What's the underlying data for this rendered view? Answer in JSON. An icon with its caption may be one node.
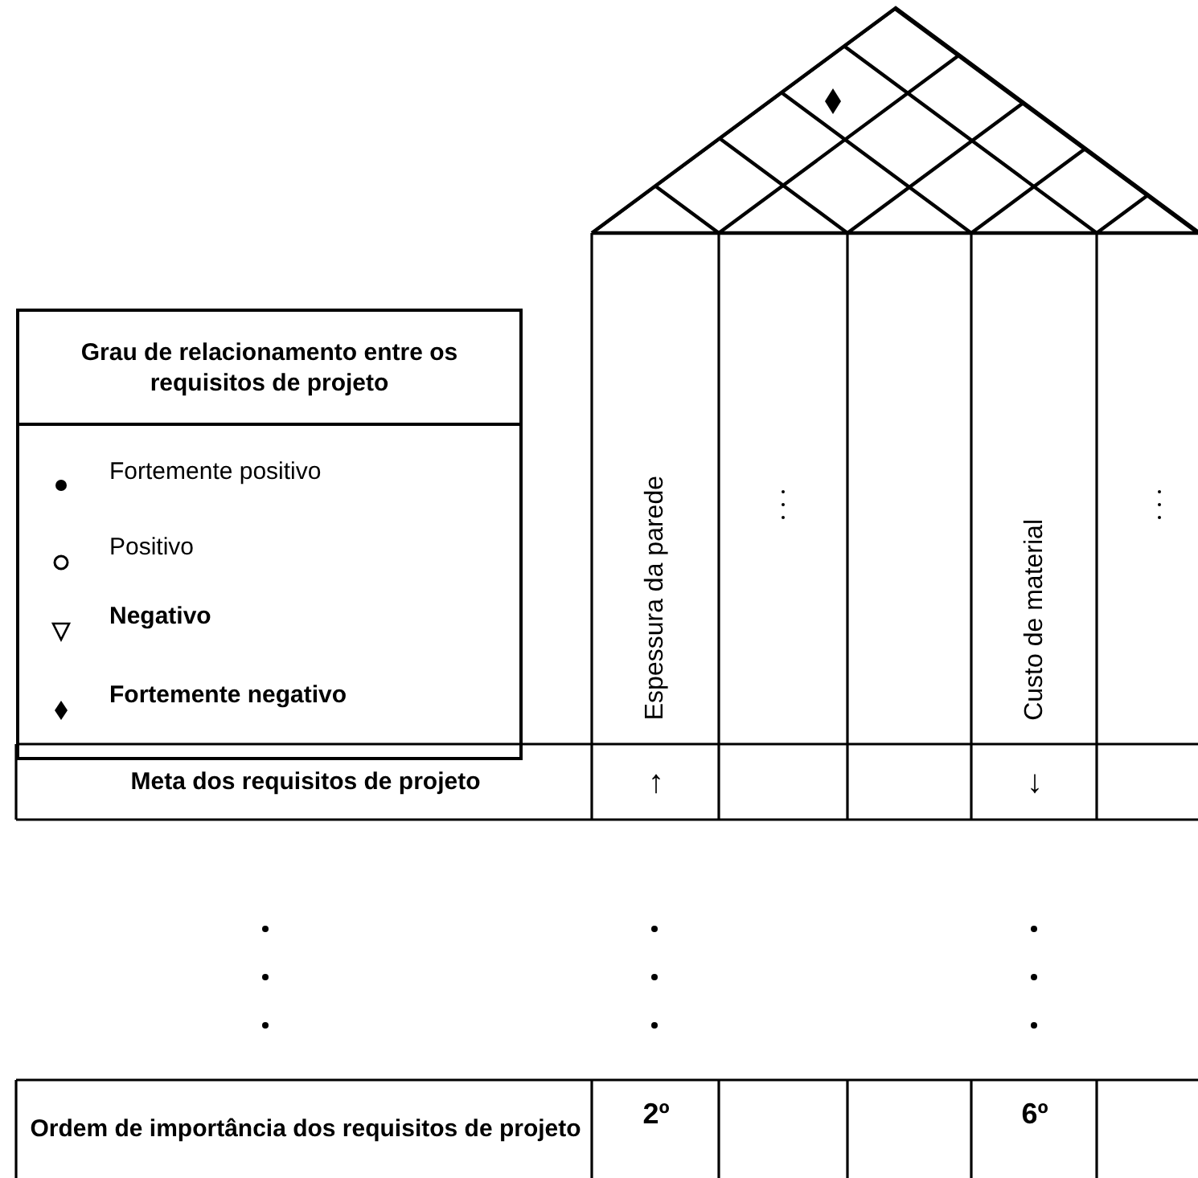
{
  "diagram": {
    "nodes": [
      {
        "text": [
          "Grau de relacionamento entre os requisitos de projeto"
        ]
      }
    ],
    "labels": [
      "Espessura da parede",
      "Custo de material",
      "Meta dos requisitos de projeto",
      "↑",
      "↓",
      "Ordem de importância dos requisitos de projeto",
      "2º",
      "6º"
    ],
    "legend": [
      {
        "text": "Fortemente positivo"
      },
      {
        "text": "Positivo"
      },
      {
        "text": "Negativo"
      },
      {
        "text": "Fortemente negativo"
      }
    ]
  }
}
